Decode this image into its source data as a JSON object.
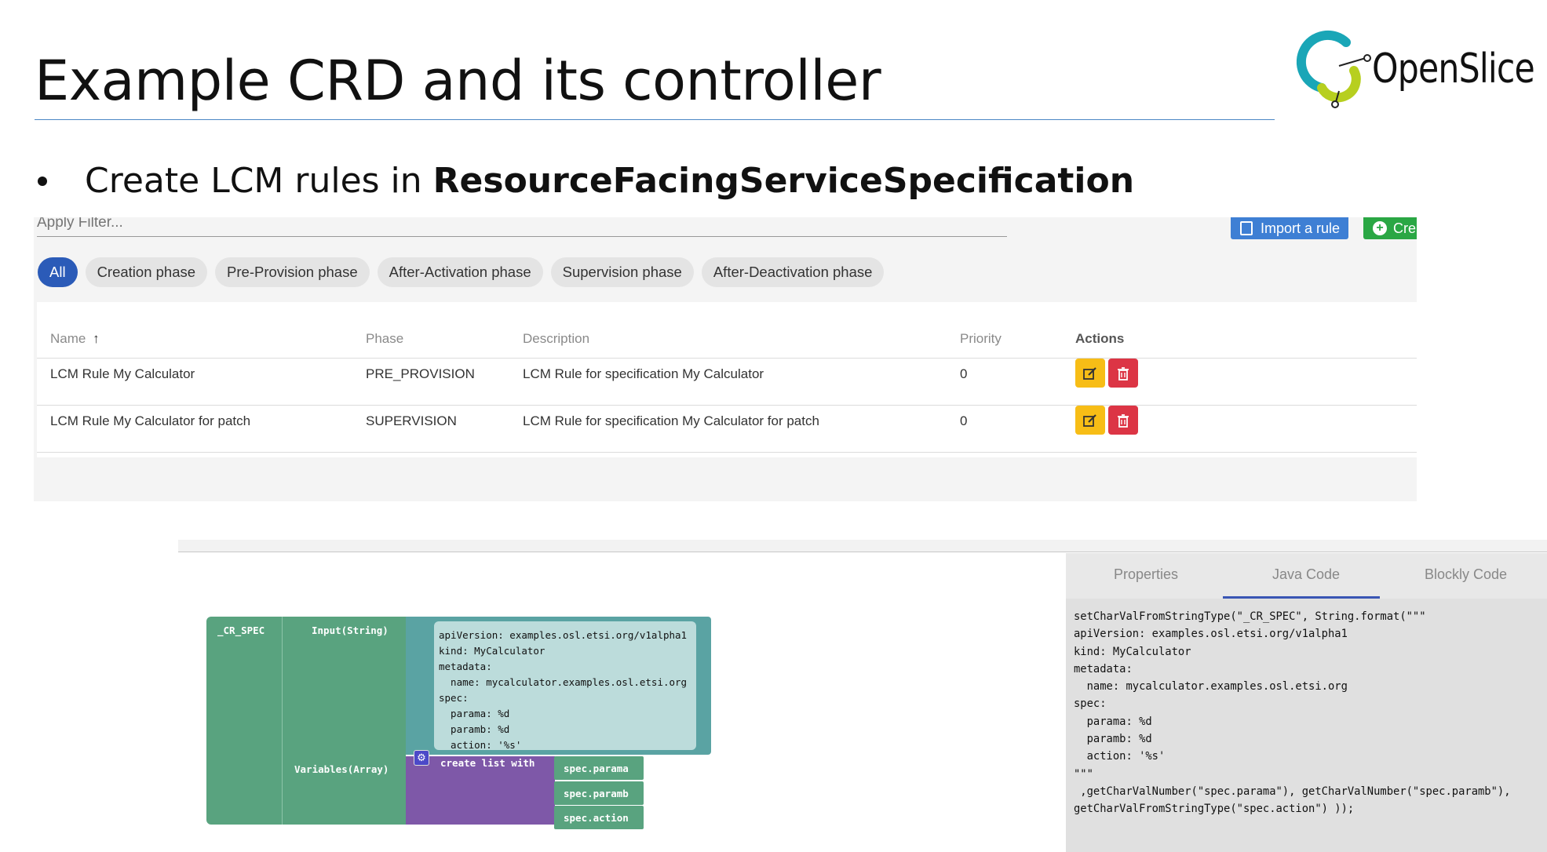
{
  "slide": {
    "title": "Example CRD and its controller",
    "logo_text": "OpenSlice",
    "bullet_prefix": "Create LCM rules in ",
    "bullet_bold": "ResourceFacingServiceSpecification"
  },
  "rules_panel": {
    "filter_placeholder": "Apply Filter...",
    "import_button": "Import a rule",
    "create_button": "Cre",
    "phase_chips": [
      "All",
      "Creation phase",
      "Pre-Provision phase",
      "After-Activation phase",
      "Supervision phase",
      "After-Deactivation phase"
    ],
    "active_chip": "All",
    "columns": {
      "name": "Name",
      "name_sort": "↑",
      "phase": "Phase",
      "description": "Description",
      "priority": "Priority",
      "actions": "Actions"
    },
    "rows": [
      {
        "name": "LCM Rule My Calculator",
        "phase": "PRE_PROVISION",
        "description": "LCM Rule for specification My Calculator",
        "priority": "0"
      },
      {
        "name": "LCM Rule My Calculator for patch",
        "phase": "SUPERVISION",
        "description": "LCM Rule for specification My Calculator for patch",
        "priority": "0"
      }
    ],
    "colors": {
      "active_chip": "#2b5bb8",
      "import": "#3e7fd4",
      "create": "#2aa744",
      "edit": "#f7bd16",
      "delete": "#dc3545"
    }
  },
  "editor_panel": {
    "tabs": [
      "Properties",
      "Java Code",
      "Blockly Code"
    ],
    "active_tab": "Java Code",
    "java_code": "setCharValFromStringType(\"_CR_SPEC\", String.format(\"\"\"\napiVersion: examples.osl.etsi.org/v1alpha1\nkind: MyCalculator\nmetadata:\n  name: mycalculator.examples.osl.etsi.org\nspec:\n  parama: %d\n  paramb: %d\n  action: '%s'\n\"\"\"\n ,getCharValNumber(\"spec.parama\"), getCharValNumber(\"spec.paramb\"),\ngetCharValFromStringType(\"spec.action\") ));",
    "blockly": {
      "char_label": "_CR_SPEC",
      "input_label": "Input(String)",
      "variables_label": "Variables(Array)",
      "template_text": "apiVersion: examples.osl.etsi.org/v1alpha1\nkind: MyCalculator\nmetadata:\n  name: mycalculator.examples.osl.etsi.org\nspec:\n  parama: %d\n  paramb: %d\n  action: '%s'",
      "list_label": "create list with",
      "list_items": [
        "spec.parama",
        "spec.paramb",
        "spec.action"
      ]
    }
  }
}
